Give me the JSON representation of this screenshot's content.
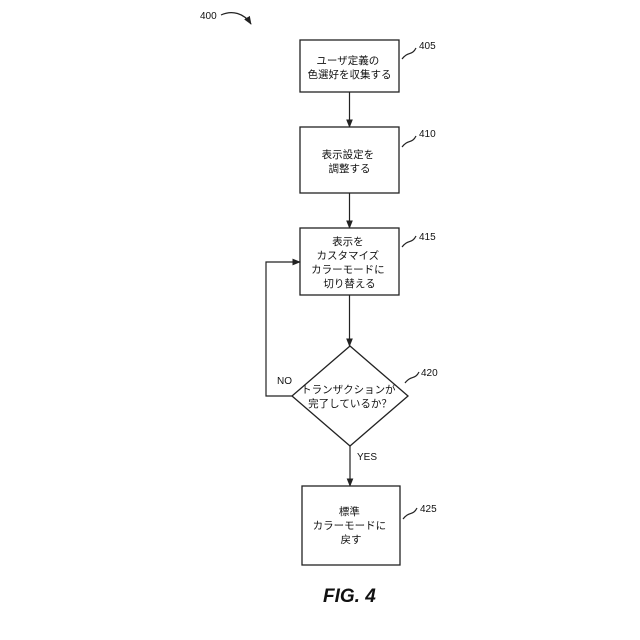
{
  "diagram": {
    "ref_main": "400",
    "steps": [
      {
        "ref": "405",
        "lines": [
          "ユーザ定義の",
          "色選好を収集する"
        ]
      },
      {
        "ref": "410",
        "lines": [
          "表示設定を",
          "調整する"
        ]
      },
      {
        "ref": "415",
        "lines": [
          "表示を",
          "カスタマイズ",
          "カラーモードに",
          "切り替える"
        ]
      },
      {
        "ref": "420",
        "lines": [
          "トランザクションが",
          "完了しているか？"
        ]
      },
      {
        "ref": "425",
        "lines": [
          "標準",
          "カラーモードに",
          "戻す"
        ]
      }
    ],
    "label_no": "NO",
    "label_yes": "YES",
    "figure_label": "FIG. 4"
  }
}
